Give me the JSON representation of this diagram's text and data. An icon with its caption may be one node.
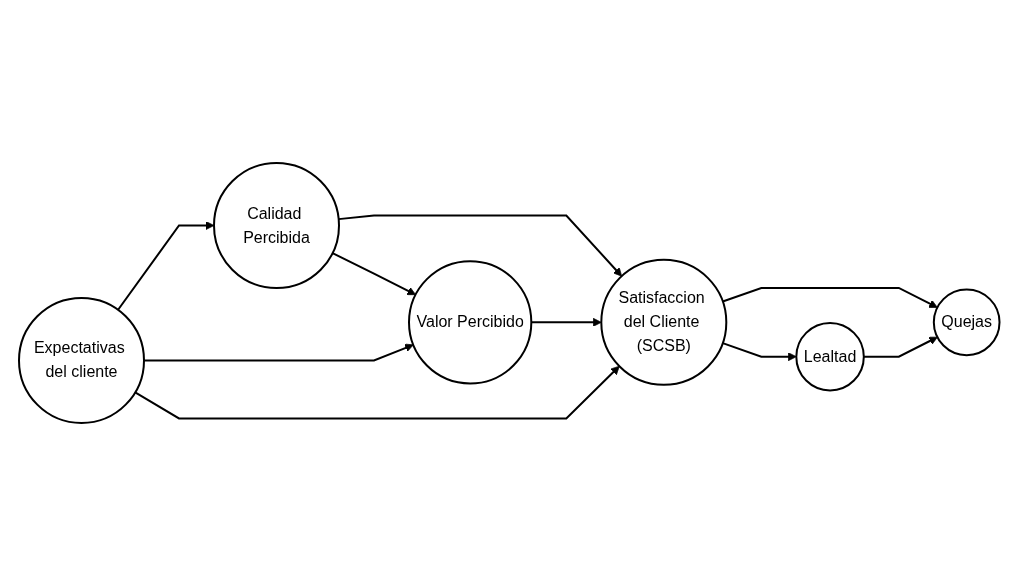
{
  "diagram": {
    "nodes": [
      {
        "text": [
          "Calidad Percibida"
        ]
      },
      {
        "text": [
          "Quejas"
        ]
      },
      {
        "text": [
          "Valor Percibido"
        ]
      },
      {
        "text": [
          "Satisfaccion del Cliente (SCSB)"
        ]
      },
      {
        "text": [
          "Lealtad"
        ]
      },
      {
        "text": [
          "Expectativas del cliente"
        ]
      }
    ],
    "edges": [
      {
        "from": 5,
        "to": 0,
        "arrow": "to"
      },
      {
        "from": 0,
        "to": 2,
        "arrow": "to"
      },
      {
        "from": 5,
        "to": 2,
        "arrow": "to"
      },
      {
        "from": 0,
        "to": 3,
        "arrow": "to"
      },
      {
        "from": 2,
        "to": 3,
        "arrow": "to"
      },
      {
        "from": 5,
        "to": 3,
        "arrow": "to"
      },
      {
        "from": 3,
        "to": 1,
        "arrow": "to"
      },
      {
        "from": 3,
        "to": 4,
        "arrow": "to"
      },
      {
        "from": 4,
        "to": 1,
        "arrow": "to"
      }
    ]
  }
}
